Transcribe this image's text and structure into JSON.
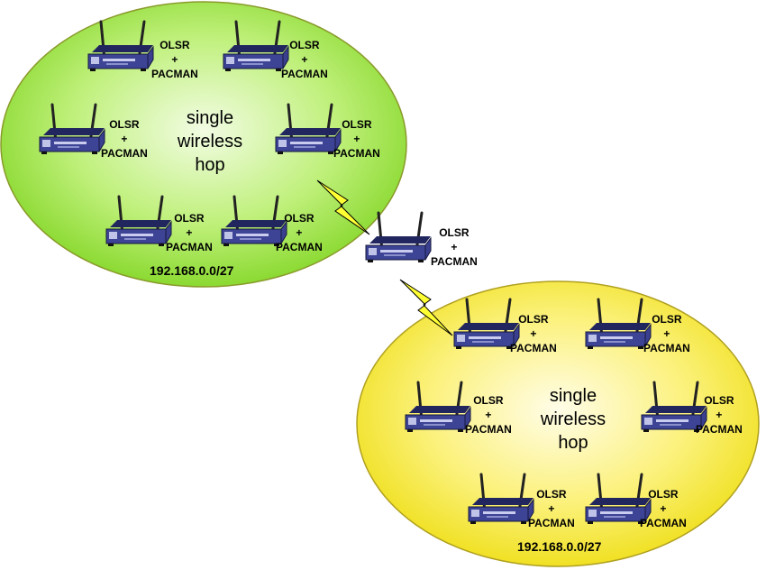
{
  "router_label": {
    "line1": "OLSR",
    "line2": "+",
    "line3": "PACMAN"
  },
  "cluster_green": {
    "center_text": {
      "line1": "single",
      "line2": "wireless",
      "line3": "hop"
    },
    "subnet": "192.168.0.0/27",
    "fill_color": "#8fe02a"
  },
  "cluster_yellow": {
    "center_text": {
      "line1": "single",
      "line2": "wireless",
      "line3": "hop"
    },
    "subnet": "192.168.0.0/27",
    "fill_color": "#f2e60a"
  },
  "colors": {
    "router_body": "#3a3f8f",
    "lightning": "#ffff33",
    "ellipse_border": "#a8a02a"
  },
  "icons": [
    "wireless-router-icon",
    "lightning-bolt-icon"
  ]
}
